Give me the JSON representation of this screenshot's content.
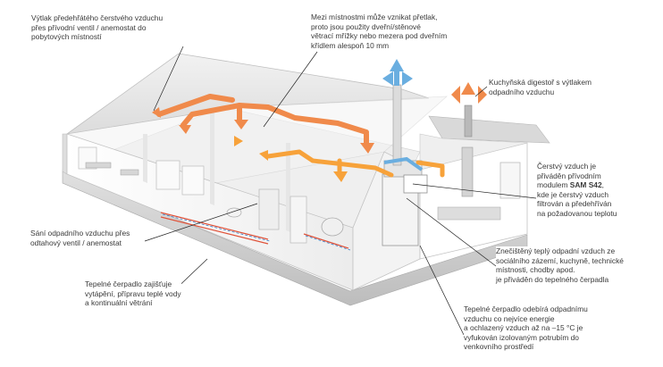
{
  "labels": {
    "supply": [
      "Výtlak předehřátého čerstvého vzduchu",
      "přes přívodní ventil / anemostat do",
      "pobytových místností"
    ],
    "transfer": [
      "Mezi místnostmi může vznikat přetlak,",
      "proto jsou použity dveřní/stěnové",
      "větrací mřížky nebo mezera pod dveřním",
      "křídlem alespoň 10 mm"
    ],
    "hood": [
      "Kuchyňská digestoř s výtlakem",
      "odpadního vzduchu"
    ],
    "fresh": {
      "line1": "Čerstvý vzduch je",
      "line2": "přiváděn přívodním",
      "line3_prefix": "modulem ",
      "line3_bold": "SAM S42",
      "line3_suffix": ",",
      "line4": "kde je čerstvý vzduch",
      "line5": "filtrován a předehříván",
      "line6": "na požadovanou teplotu"
    },
    "extract": [
      "Sání odpadního vzduchu přes",
      "odtahový ventil / anemostat"
    ],
    "heat_pump": [
      "Tepelné čerpadlo zajišťuje",
      "vytápění, přípravu teplé vody",
      "a kontinuální větrání"
    ],
    "dirty": [
      "Znečištěný teplý odpadní vzduch ze",
      "sociálního zázemí, kuchyně, technické",
      "místnosti, chodby apod.",
      "je přiváděn do tepelného čerpadla"
    ],
    "exhaust": [
      "Tepelné čerpadlo odebírá odpadnímu",
      "vzduchu co nejvíce energie",
      "a ochlazený vzduch až na –15 °C je",
      "vyfukován izolovaným potrubím do",
      "venkovního prostředí"
    ]
  },
  "colors": {
    "supply_arrow": "#f08a4b",
    "fresh_arrow": "#f7a23a",
    "cold_arrow": "#6aaee0",
    "leader_line": "#222222",
    "wall": "#ffffff",
    "roof": "#e9e9e9",
    "floor": "#c9c9c9"
  }
}
